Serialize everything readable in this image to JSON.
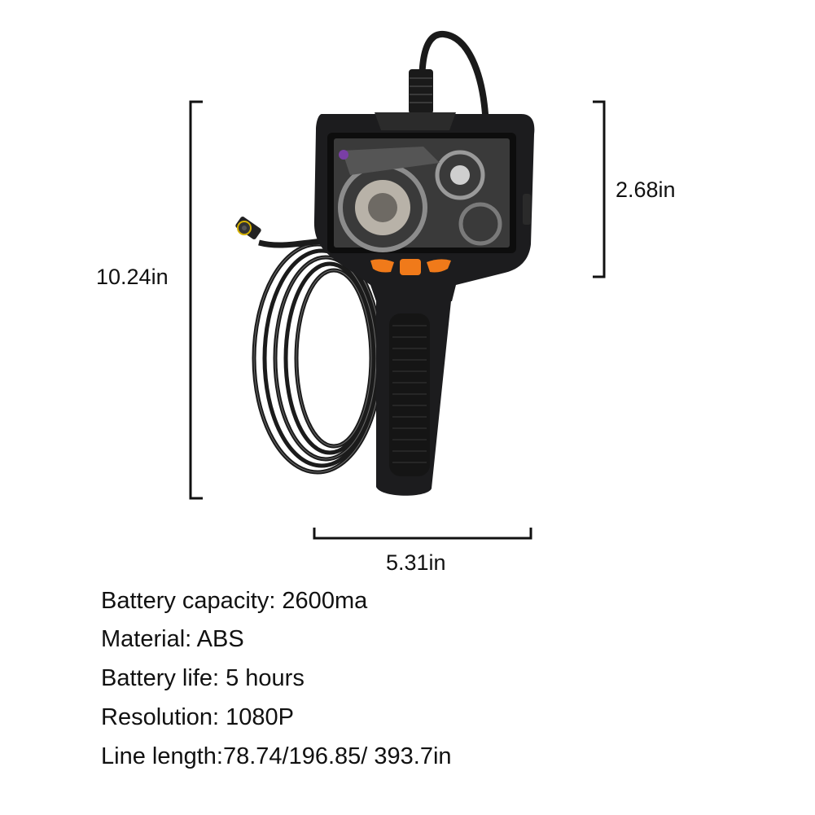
{
  "dimensions": {
    "height": "10.24in",
    "screen": "2.68in",
    "width": "5.31in"
  },
  "specs": [
    "Battery capacity: 2600ma",
    "Material: ABS",
    "Battery life: 5 hours",
    "Resolution: 1080P",
    "Line length:78.74/196.85/ 393.7in"
  ],
  "colors": {
    "device_body": "#1c1c1e",
    "buttons": "#f07a1a",
    "bracket": "#111111"
  }
}
